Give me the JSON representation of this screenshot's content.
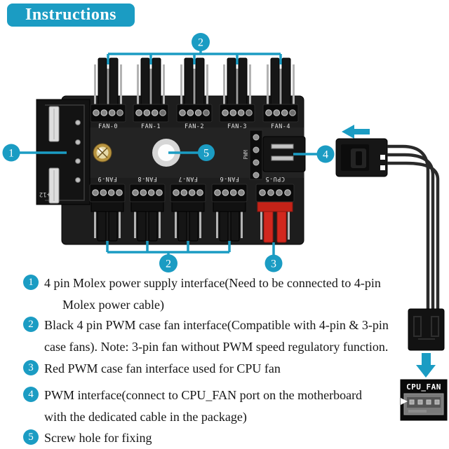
{
  "title": "Instructions",
  "colors": {
    "accent": "#1b9cc3",
    "red_connector": "#d2281e",
    "board": "#1d1d1d"
  },
  "board": {
    "top_fan_labels": [
      "FAN-0",
      "FAN-1",
      "FAN-2",
      "FAN-3",
      "FAN-4"
    ],
    "bottom_fan_labels": [
      "FAN-9",
      "FAN-8",
      "FAN-7",
      "FAN-6"
    ],
    "cpu_label": "CPU-5",
    "pwm_label": "PWM",
    "power_label": "+12"
  },
  "callouts": {
    "c1": "1",
    "c2_top": "2",
    "c2_bottom": "2",
    "c3": "3",
    "c4": "4",
    "c5": "5"
  },
  "cpu_fan_port": {
    "label": "CPU_FAN"
  },
  "instructions": {
    "items": [
      {
        "number": "1",
        "lines": [
          "4 pin Molex power supply interface(Need to be connected to 4-pin",
          "Molex power cable)"
        ]
      },
      {
        "number": "2",
        "lines": [
          "Black 4 pin PWM case fan interface(Compatible with 4-pin & 3-pin",
          "case fans). Note: 3-pin fan without PWM speed regulatory function."
        ]
      },
      {
        "number": "3",
        "lines": [
          "Red PWM case fan interface used for CPU fan"
        ]
      },
      {
        "number": "4",
        "lines": [
          "PWM interface(connect to CPU_FAN port on the motherboard",
          "with the dedicated cable in the package)"
        ]
      },
      {
        "number": "5",
        "lines": [
          "Screw hole for fixing"
        ]
      }
    ]
  }
}
